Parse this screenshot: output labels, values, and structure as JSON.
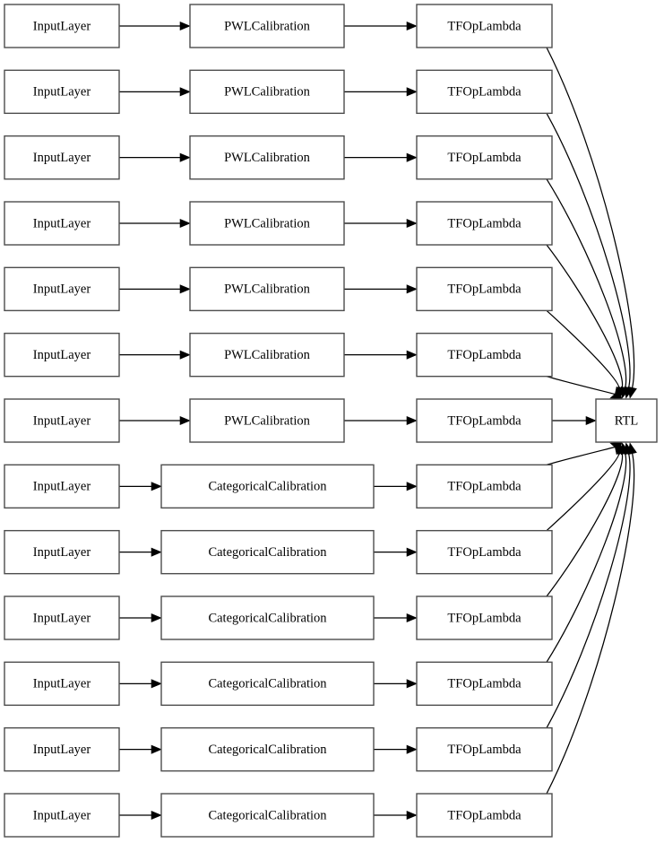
{
  "diagram": {
    "type": "keras-model-layer-graph",
    "title": "",
    "background_color": "#ffffff",
    "node_fill": "#ffffff",
    "node_border_color": "#4d4d4d",
    "edge_color": "#000000",
    "text_color": "#000000",
    "columns": [
      {
        "id": "inputs",
        "label": "InputLayer column"
      },
      {
        "id": "calibrations",
        "label": "Calibration column"
      },
      {
        "id": "lambdas",
        "label": "TFOpLambda column"
      },
      {
        "id": "output",
        "label": "RTL column"
      }
    ],
    "rows": [
      {
        "index": 1,
        "input": "InputLayer",
        "calibration": "PWLCalibration",
        "lambda": "TFOpLambda"
      },
      {
        "index": 2,
        "input": "InputLayer",
        "calibration": "PWLCalibration",
        "lambda": "TFOpLambda"
      },
      {
        "index": 3,
        "input": "InputLayer",
        "calibration": "PWLCalibration",
        "lambda": "TFOpLambda"
      },
      {
        "index": 4,
        "input": "InputLayer",
        "calibration": "PWLCalibration",
        "lambda": "TFOpLambda"
      },
      {
        "index": 5,
        "input": "InputLayer",
        "calibration": "PWLCalibration",
        "lambda": "TFOpLambda"
      },
      {
        "index": 6,
        "input": "InputLayer",
        "calibration": "PWLCalibration",
        "lambda": "TFOpLambda"
      },
      {
        "index": 7,
        "input": "InputLayer",
        "calibration": "PWLCalibration",
        "lambda": "TFOpLambda"
      },
      {
        "index": 8,
        "input": "InputLayer",
        "calibration": "CategoricalCalibration",
        "lambda": "TFOpLambda"
      },
      {
        "index": 9,
        "input": "InputLayer",
        "calibration": "CategoricalCalibration",
        "lambda": "TFOpLambda"
      },
      {
        "index": 10,
        "input": "InputLayer",
        "calibration": "CategoricalCalibration",
        "lambda": "TFOpLambda"
      },
      {
        "index": 11,
        "input": "InputLayer",
        "calibration": "CategoricalCalibration",
        "lambda": "TFOpLambda"
      },
      {
        "index": 12,
        "input": "InputLayer",
        "calibration": "CategoricalCalibration",
        "lambda": "TFOpLambda"
      },
      {
        "index": 13,
        "input": "InputLayer",
        "calibration": "CategoricalCalibration",
        "lambda": "TFOpLambda"
      }
    ],
    "output_node": {
      "label": "RTL",
      "row_index": 7
    },
    "counts": {
      "input_layers": 13,
      "pwl_calibration": 7,
      "categorical_calibration": 6,
      "tf_op_lambda": 13,
      "rtl": 1
    }
  }
}
